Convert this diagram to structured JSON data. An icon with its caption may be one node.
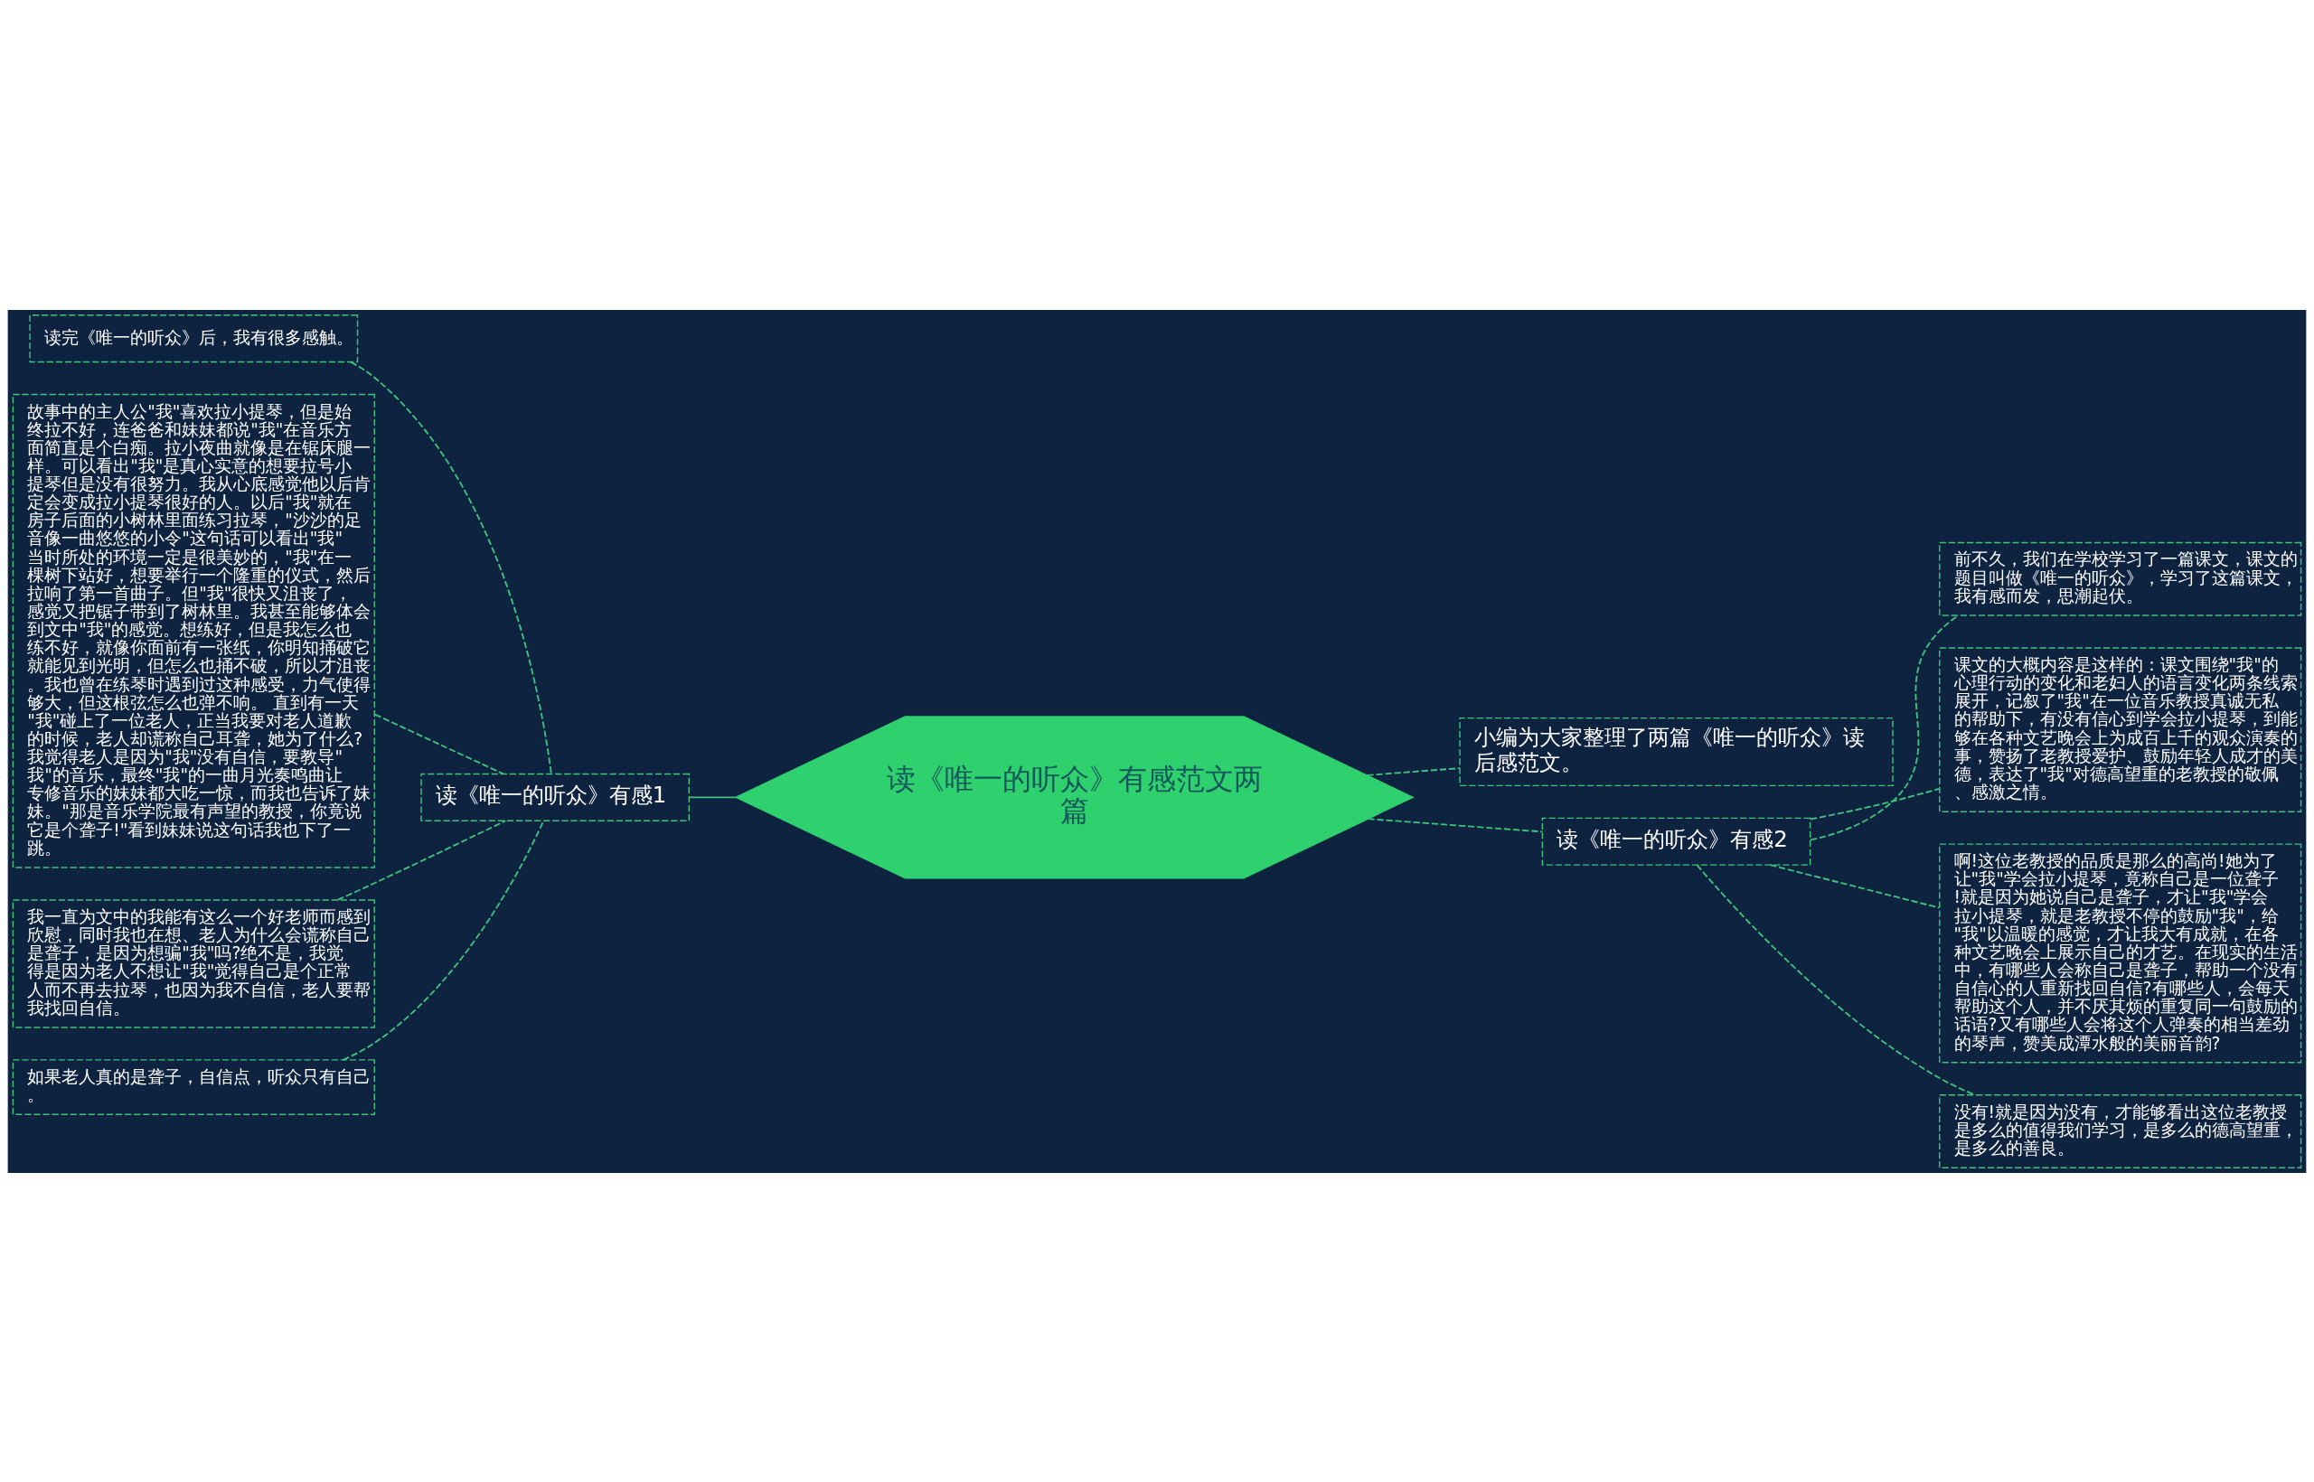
{
  "diagram": {
    "nodes": [
      {
        "text": [
          "读《唯一的听众》有感范文两篇"
        ]
      },
      {
        "text": [
          "小编为大家整理了两篇《唯一的听众》读后感范文。"
        ]
      },
      {
        "text": [
          "读《唯一的听众》有感1"
        ]
      },
      {
        "text": [
          "读《唯一的听众》有感2"
        ]
      },
      {
        "text": [
          "读完《唯一的听众》后，我有很多感触。"
        ]
      },
      {
        "text": [
          "故事中的主人公\"我\"喜欢拉小提琴，但是始终拉不好，连爸爸和妹妹都说\"我\"在音乐方面简直是个白痴。拉小夜曲就像是在锯床腿一样。可以看出\"我\"是真心实意的想要拉号小提琴但是没有很努力。我从心底感觉他以后肯定会变成拉小提琴很好的人。以后\"我\"就在房子后面的小树林里面练习拉琴，\"沙沙的足音像一曲悠悠的小令\"这句话可以看出\"我\"当时所处的环境一定是很美妙的，\"我\"在一棵树下站好，想要举行一个隆重的仪式，然后拉响了第一首曲子。但\"我\"很快又沮丧了，感觉又把锯子带到了树林里。我甚至能够体会到文中\"我\"的感觉。想练好，但是我怎么也练不好，就像你面前有一张纸，你明知捅破它就能见到光明，但怎么也捅不破，所以才沮丧。我也曾在练琴时遇到过这种感受，力气使得够大，但这根弦怎么也弹不响。 直到有一天\"我\"碰上了一位老人，正当我要对老人道歉的时候，老人却谎称自己耳聋，她为了什么?我觉得老人是因为\"我\"没有自信，要教导\"我\"的音乐，最终\"我\"的一曲月光奏鸣曲让专修音乐的妹妹都大吃一惊，而我也告诉了妹妹。\"那是音乐学院最有声望的教授，你竟说它是个聋子!\"看到妹妹说这句话我也下了一跳。"
        ]
      },
      {
        "text": [
          "我一直为文中的我能有这么一个好老师而感到欣慰，同时我也在想、老人为什么会谎称自己是聋子，是因为想骗\"我\"吗?绝不是，我觉得是因为老人不想让\"我\"觉得自己是个正常人而不再去拉琴，也因为我不自信，老人要帮我找回自信。"
        ]
      },
      {
        "text": [
          "如果老人真的是聋子，自信点，听众只有自己。"
        ]
      },
      {
        "text": [
          "前不久，我们在学校学习了一篇课文，课文的题目叫做《唯一的听众》，学习了这篇课文，我有感而发，思潮起伏。"
        ]
      },
      {
        "text": [
          "课文的大概内容是这样的：课文围绕\"我\"的心理行动的变化和老妇人的语言变化两条线索展开，记叙了\"我\"在一位音乐教授真诚无私的帮助下，有没有信心到学会拉小提琴，到能够在各种文艺晚会上为成百上千的观众演奏的事，赞扬了老教授爱护、鼓励年轻人成才的美德，表达了\"我\"对德高望重的老教授的敬佩、感激之情。"
        ]
      },
      {
        "text": [
          "啊!这位老教授的品质是那么的高尚!她为了让\"我\"学会拉小提琴，竟称自己是一位聋子!就是因为她说自己是聋子，才让\"我\"学会拉小提琴，就是老教授不停的鼓励\"我\"，给\"我\"以温暖的感觉，才让我大有成就，在各种文艺晚会上展示自己的才艺。在现实的生活中，有哪些人会称自己是聋子，帮助一个没有自信心的人重新找回自信?有哪些人，会每天帮助这个人，并不厌其烦的重复同一句鼓励的话语?又有哪些人会将这个人弹奏的相当差劲的琴声，赞美成潭水般的美丽音韵?"
        ]
      },
      {
        "text": [
          "没有!就是因为没有，才能够看出这位老教授是多么的值得我们学习，是多么的德高望重，是多么的善良。"
        ]
      }
    ],
    "edges": [
      {
        "from": 0,
        "to": 1,
        "arrow": "none",
        "style": "dashed"
      },
      {
        "from": 0,
        "to": 2,
        "arrow": "none"
      },
      {
        "from": 0,
        "to": 3,
        "arrow": "none",
        "style": "dashed"
      },
      {
        "from": 2,
        "to": 4,
        "arrow": "none",
        "style": "dashed"
      },
      {
        "from": 2,
        "to": 5,
        "arrow": "none",
        "style": "dashed"
      },
      {
        "from": 2,
        "to": 6,
        "arrow": "none",
        "style": "dashed"
      },
      {
        "from": 2,
        "to": 7,
        "arrow": "none",
        "style": "dashed"
      },
      {
        "from": 3,
        "to": 8,
        "arrow": "none",
        "style": "dashed"
      },
      {
        "from": 3,
        "to": 9,
        "arrow": "none",
        "style": "dashed"
      },
      {
        "from": 3,
        "to": 10,
        "arrow": "none",
        "style": "dashed"
      },
      {
        "from": 3,
        "to": 11,
        "arrow": "none",
        "style": "dashed"
      }
    ]
  }
}
